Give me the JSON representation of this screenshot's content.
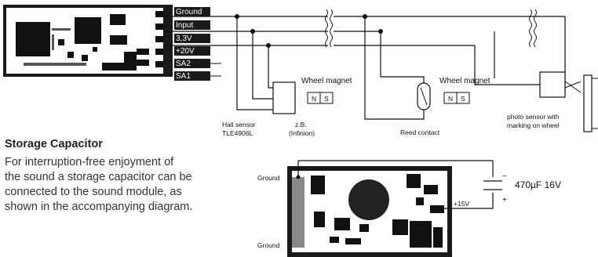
{
  "top_diagram": {
    "wire_labels": [
      "Ground",
      "Input",
      "3,3V",
      "+20V",
      "SA2",
      "SA1"
    ],
    "hall": {
      "magnet_label": "Wheel magnet",
      "pole_n": "N",
      "pole_s": "S",
      "sensor_label": [
        "Hall sensor",
        "TLE4906L"
      ],
      "example_label": [
        "z.B.",
        "(Infinion)"
      ]
    },
    "reed": {
      "magnet_label": "Wheel magnet",
      "pole_n": "N",
      "pole_s": "S",
      "contact_label": "Reed contact"
    },
    "photo": {
      "sensor_label": [
        "photo sensor with",
        "marking on wheel"
      ]
    }
  },
  "storage_capacitor": {
    "title": "Storage Capacitor",
    "body_lines": [
      "For interruption-free enjoyment of",
      "the sound a storage capacitor can be",
      "connected to the sound module, as",
      "shown in the accompanying diagram."
    ]
  },
  "bottom_diagram": {
    "ground_top": "Ground",
    "ground_bottom": "Ground",
    "plus_label": "+15V",
    "capacitor_label": "470µF   16V",
    "capacitor_minus": "−",
    "capacitor_plus": "+"
  }
}
